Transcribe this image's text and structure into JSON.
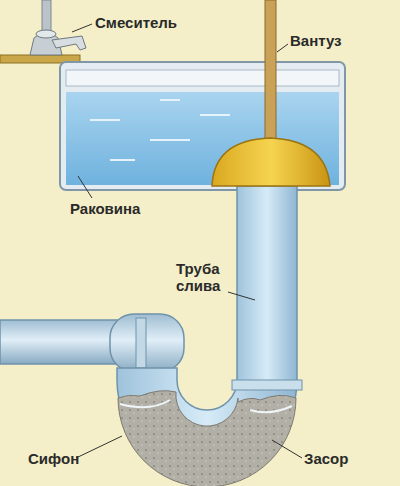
{
  "diagram": {
    "labels": [
      "Смеситель",
      "Вантуз",
      "Раковина",
      "Труба слива",
      "Сифон",
      "Засор"
    ]
  }
}
